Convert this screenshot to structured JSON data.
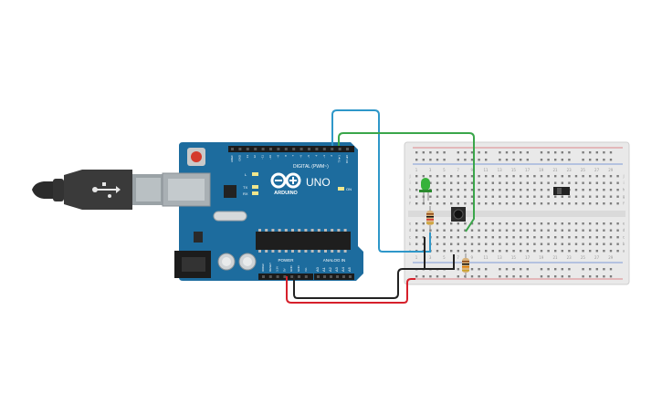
{
  "board": {
    "brand": "ARDUINO",
    "model": "UNO",
    "digital_header": "DIGITAL (PWM~)",
    "power_header": "POWER",
    "analog_header": "ANALOG IN",
    "led_l": "L",
    "led_tx": "TX",
    "led_rx": "RX",
    "led_on": "ON",
    "digital_pins": [
      "AREF",
      "GND",
      "13",
      "12",
      "~11",
      "~10",
      "~9",
      "8",
      "7",
      "~6",
      "~5",
      "4",
      "~3",
      "2",
      "TX►1",
      "RX◄0"
    ],
    "power_pins": [
      "IOREF",
      "RESET",
      "3.3V",
      "5V",
      "GND",
      "GND",
      "Vin"
    ],
    "analog_pins": [
      "A0",
      "A1",
      "A2",
      "A3",
      "A4",
      "A5"
    ]
  },
  "breadboard": {
    "row_letters_top": [
      "j",
      "i",
      "h",
      "g",
      "f"
    ],
    "row_letters_bottom": [
      "e",
      "d",
      "c",
      "b",
      "a"
    ],
    "columns": [
      "1",
      "3",
      "5",
      "7",
      "9",
      "11",
      "13",
      "15",
      "17",
      "19",
      "21",
      "23",
      "25",
      "27",
      "29"
    ]
  },
  "colors": {
    "board_blue": "#1d6c9e",
    "wire_blue": "#2e97c9",
    "wire_green": "#3aa64a",
    "wire_red": "#d6202b",
    "wire_black": "#222222",
    "led_green": "#36b23a"
  }
}
